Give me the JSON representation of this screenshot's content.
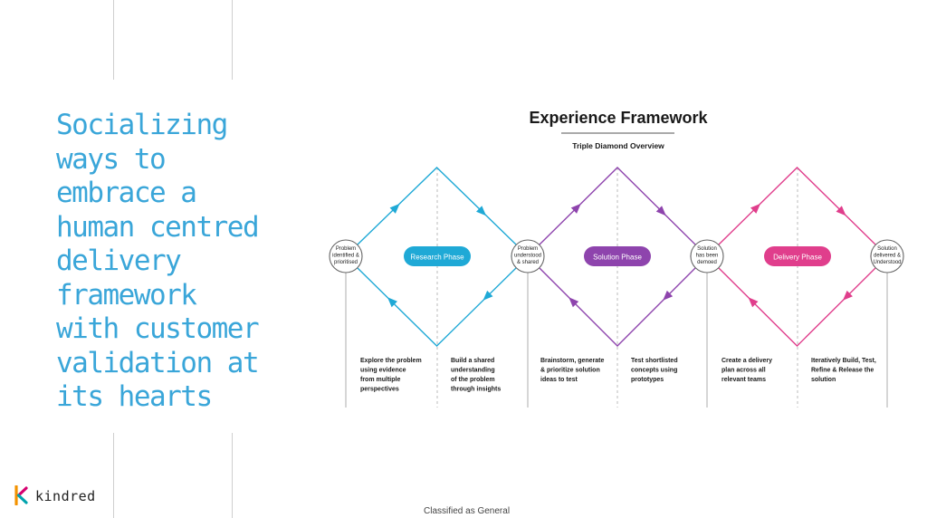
{
  "slide": {
    "headline_lines": [
      "Socializing",
      "ways to",
      "embrace a",
      "human centred",
      "delivery",
      "framework",
      "with customer",
      "validation at",
      "its hearts"
    ],
    "classification": "Classified as General",
    "brand": {
      "name": "kindred",
      "logo_icon": "kindred-logo-icon",
      "colors": {
        "orange": "#f39200",
        "magenta": "#d6006f",
        "teal": "#00a3ad"
      }
    }
  },
  "framework": {
    "title": "Experience Framework",
    "subtitle": "Triple Diamond Overview",
    "colors": {
      "research": "#1fa9d6",
      "solution": "#8e44ad",
      "delivery": "#e03e8c",
      "spine": "#bbbbbb",
      "node_border": "#666666"
    },
    "phases": [
      {
        "label": "Research Phase",
        "color": "#1fa9d6"
      },
      {
        "label": "Solution Phase",
        "color": "#8e44ad"
      },
      {
        "label": "Delivery Phase",
        "color": "#e03e8c"
      }
    ],
    "nodes": [
      {
        "lines": [
          "Problem",
          "identified &",
          "prioritised"
        ]
      },
      {
        "lines": [
          "Problem",
          "understood",
          "& shared"
        ]
      },
      {
        "lines": [
          "Solution",
          "has been",
          "demoed"
        ]
      },
      {
        "lines": [
          "Solution",
          "delivered &",
          "Understood"
        ]
      }
    ],
    "descriptions": [
      {
        "lines": [
          "Explore the problem",
          "using evidence",
          "from multiple",
          "perspectives"
        ]
      },
      {
        "lines": [
          "Build a shared",
          "understanding",
          "of the problem",
          "through insights"
        ]
      },
      {
        "lines": [
          "Brainstorm, generate",
          "& prioritize solution",
          "ideas to test"
        ]
      },
      {
        "lines": [
          "Test shortlisted",
          "concepts using",
          "prototypes"
        ]
      },
      {
        "lines": [
          "Create a delivery",
          "plan across all",
          "relevant teams"
        ]
      },
      {
        "lines": [
          "Iteratively Build, Test,",
          "Refine & Release the",
          "solution"
        ]
      }
    ]
  }
}
